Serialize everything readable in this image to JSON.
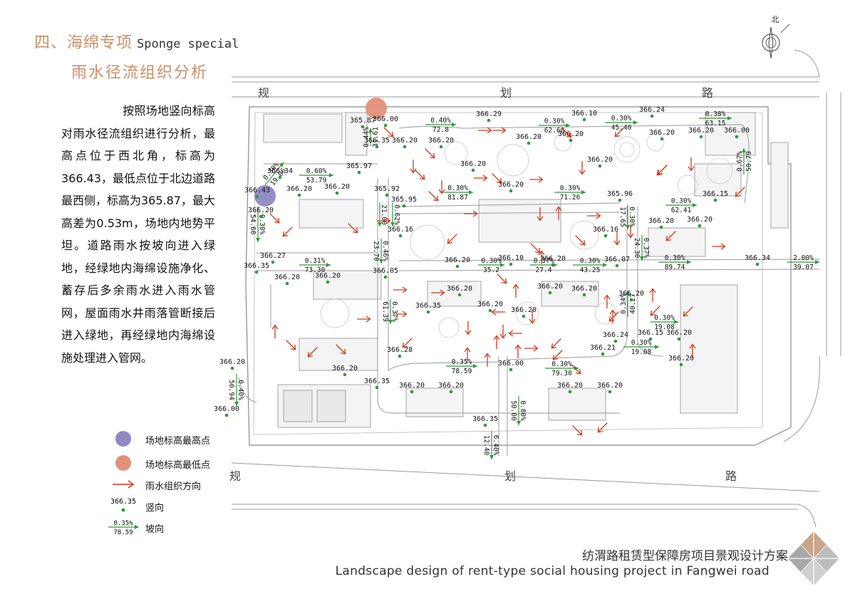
{
  "header": {
    "title_cn": "四、海绵专项",
    "title_en": "Sponge special",
    "subtitle": "雨水径流组织分析"
  },
  "description": "按照场地竖向标高对雨水径流组织进行分析，最高点位于西北角，标高为366.43，最低点位于北边道路最西侧，标高为365.87，最大高差为0.53m，场地内地势平坦。道路雨水按坡向进入绿地，经绿地内海绵设施净化、蓄存后多余雨水进入雨水管网，屋面雨水井雨落管断接后进入绿地，再经绿地内海绵设施处理进入管网。",
  "legend": {
    "highest": "场地标高最高点",
    "lowest": "场地标高最低点",
    "flow": "雨水组织方向",
    "elev_sample": "366.35",
    "elev_label": "竖向",
    "slope_pct": "0.35%",
    "slope_len": "78.59",
    "slope_label": "坡向"
  },
  "map": {
    "north_label": "北",
    "road_top": [
      "规",
      "划",
      "路"
    ],
    "road_bottom": [
      "规",
      "划",
      "路"
    ],
    "colors": {
      "high": "#8e88c4",
      "low": "#e2917a",
      "arrow": "#d03a1e",
      "point": "#2e9a3a"
    },
    "points": [
      [
        "365.87",
        509,
        172
      ],
      [
        "366.00",
        541,
        170
      ],
      [
        "366.35",
        529,
        200
      ],
      [
        "366.29",
        686,
        163
      ],
      [
        "366.10",
        820,
        162
      ],
      [
        "366.24",
        915,
        157
      ],
      [
        "366.00",
        1034,
        186
      ],
      [
        "366.20",
        568,
        200
      ],
      [
        "366.20",
        619,
        200
      ],
      [
        "366.20",
        742,
        195
      ],
      [
        "366.20",
        801,
        191
      ],
      [
        "366.20",
        929,
        189
      ],
      [
        "366.20",
        984,
        186
      ],
      [
        "365.97",
        504,
        236
      ],
      [
        "366.34",
        393,
        243
      ],
      [
        "366.43",
        361,
        270
      ],
      [
        "366.20",
        420,
        268
      ],
      [
        "366.20",
        473,
        265
      ],
      [
        "365.92",
        543,
        268
      ],
      [
        "365.95",
        567,
        283
      ],
      [
        "366.20",
        664,
        233
      ],
      [
        "366.20",
        717,
        262
      ],
      [
        "366.20",
        842,
        227
      ],
      [
        "365.96",
        870,
        275
      ],
      [
        "366.15",
        1004,
        275
      ],
      [
        "366.20",
        366,
        298
      ],
      [
        "366.20",
        928,
        313
      ],
      [
        "366.20",
        982,
        311
      ],
      [
        "366.16",
        562,
        325
      ],
      [
        "366.16",
        850,
        325
      ],
      [
        "366.27",
        383,
        362
      ],
      [
        "366.35",
        360,
        376
      ],
      [
        "366.20",
        403,
        392
      ],
      [
        "366.20",
        460,
        390
      ],
      [
        "366.05",
        541,
        383
      ],
      [
        "366.20",
        642,
        368
      ],
      [
        "366.10",
        717,
        365
      ],
      [
        "366.20",
        776,
        366
      ],
      [
        "366.07",
        866,
        367
      ],
      [
        "366.34",
        1063,
        365
      ],
      [
        "366.20",
        645,
        408
      ],
      [
        "366.20",
        772,
        405
      ],
      [
        "366.20",
        820,
        408
      ],
      [
        "366.35",
        601,
        432
      ],
      [
        "366.20",
        688,
        430
      ],
      [
        "366.20",
        735,
        438
      ],
      [
        "366.20",
        886,
        415
      ],
      [
        "366.24",
        864,
        473
      ],
      [
        "366.15",
        913,
        470
      ],
      [
        "366.20",
        953,
        470
      ],
      [
        "366.28",
        561,
        494
      ],
      [
        "366.21",
        846,
        491
      ],
      [
        "366.20",
        956,
        506
      ],
      [
        "366.20",
        326,
        511
      ],
      [
        "366.20",
        484,
        520
      ],
      [
        "366.00",
        717,
        513
      ],
      [
        "366.35",
        529,
        538
      ],
      [
        "366.20",
        578,
        544
      ],
      [
        "366.20",
        633,
        544
      ],
      [
        "366.20",
        800,
        544
      ],
      [
        "366.20",
        856,
        544
      ],
      [
        "366.00",
        318,
        577
      ],
      [
        "366.35",
        681,
        591
      ]
    ],
    "slopes": [
      [
        "0.40%",
        "72.8",
        597,
        175,
        640,
        175,
        0
      ],
      [
        "0.30%",
        "62.60",
        756,
        176,
        800,
        176,
        0
      ],
      [
        "0.30%",
        "45.40",
        849,
        172,
        895,
        172,
        0
      ],
      [
        "0.38%",
        "63.15",
        981,
        166,
        1027,
        166,
        0
      ],
      [
        "0.44%",
        "31.61",
        520,
        205,
        520,
        180,
        1
      ],
      [
        "0.67%",
        "50.79",
        1044,
        245,
        1044,
        208,
        1
      ],
      [
        "0.30%",
        "19.06",
        372,
        260,
        398,
        228,
        1
      ],
      [
        "0.60%",
        "53.79",
        420,
        246,
        468,
        246,
        0
      ],
      [
        "0.30%",
        "81.87",
        621,
        270,
        664,
        270,
        0
      ],
      [
        "0.30%",
        "71.26",
        778,
        270,
        822,
        270,
        0
      ],
      [
        "0.30%",
        "62.41",
        934,
        288,
        978,
        288,
        0
      ],
      [
        "21.00",
        "",
        533,
        285,
        533,
        318,
        1
      ],
      [
        "0.62%",
        "",
        551,
        285,
        551,
        318,
        1
      ],
      [
        "0.30%",
        "54.60",
        362,
        290,
        362,
        340,
        1
      ],
      [
        "0.30%",
        "17.65",
        881,
        287,
        881,
        322,
        1
      ],
      [
        "0.37%",
        "24.30",
        901,
        330,
        901,
        366,
        1
      ],
      [
        "0.46%",
        "23.70",
        535,
        335,
        535,
        370,
        1
      ],
      [
        "0.31%",
        "73.30",
        420,
        372,
        464,
        372,
        0
      ],
      [
        "0.30%",
        "35.2",
        671,
        372,
        708,
        372,
        0
      ],
      [
        "0.37%",
        "27.4",
        744,
        372,
        782,
        372,
        0
      ],
      [
        "0.30%",
        "43.25",
        804,
        372,
        852,
        372,
        0
      ],
      [
        "0.30%",
        "89.74",
        924,
        368,
        970,
        368,
        0
      ],
      [
        "2.00%",
        "39.07",
        1105,
        368,
        1150,
        368,
        0
      ],
      [
        "0.37%",
        "61.39",
        548,
        420,
        548,
        455,
        1
      ],
      [
        "0.34%",
        "40.27",
        881,
        445,
        881,
        408,
        1
      ],
      [
        "0.30%",
        "19.08",
        913,
        452,
        952,
        452,
        0
      ],
      [
        "0.30%",
        "19.08",
        875,
        487,
        925,
        487,
        0
      ],
      [
        "0.35%",
        "78.59",
        626,
        514,
        670,
        514,
        0
      ],
      [
        "0.30%",
        "79.30",
        765,
        517,
        812,
        517,
        0
      ],
      [
        "0.40%",
        "50.94",
        332,
        525,
        332,
        570,
        1
      ],
      [
        "0.80%",
        "50.00",
        728,
        556,
        728,
        597,
        1
      ],
      [
        "6.40%",
        "12.40",
        690,
        605,
        690,
        645,
        1
      ]
    ],
    "arrows": [
      [
        680,
        183,
        0
      ],
      [
        700,
        183,
        0
      ],
      [
        795,
        186,
        45
      ],
      [
        870,
        185,
        135
      ],
      [
        603,
        215,
        45
      ],
      [
        589,
        245,
        45
      ],
      [
        620,
        262,
        90
      ],
      [
        674,
        250,
        0
      ],
      [
        752,
        252,
        0
      ],
      [
        817,
        235,
        90
      ],
      [
        930,
        238,
        135
      ],
      [
        970,
        230,
        90
      ],
      [
        580,
        233,
        90
      ],
      [
        545,
        185,
        45
      ],
      [
        404,
        325,
        135
      ],
      [
        495,
        320,
        45
      ],
      [
        538,
        310,
        0
      ],
      [
        608,
        275,
        45
      ],
      [
        697,
        250,
        45
      ],
      [
        635,
        335,
        135
      ],
      [
        660,
        300,
        0
      ],
      [
        758,
        300,
        90
      ],
      [
        784,
        300,
        -90
      ],
      [
        833,
        303,
        0
      ],
      [
        814,
        337,
        45
      ],
      [
        885,
        324,
        90
      ],
      [
        866,
        334,
        90
      ],
      [
        929,
        239,
        135
      ],
      [
        942,
        331,
        135
      ],
      [
        1008,
        346,
        0
      ],
      [
        1039,
        269,
        135
      ],
      [
        385,
        306,
        45
      ],
      [
        561,
        407,
        0
      ],
      [
        561,
        441,
        0
      ],
      [
        657,
        460,
        90
      ],
      [
        704,
        391,
        45
      ],
      [
        724,
        409,
        -90
      ],
      [
        760,
        362,
        -90
      ],
      [
        751,
        348,
        45
      ],
      [
        747,
        444,
        90
      ],
      [
        700,
        438,
        180
      ],
      [
        706,
        465,
        90
      ],
      [
        724,
        468,
        180
      ],
      [
        727,
        494,
        -90
      ],
      [
        697,
        481,
        -90
      ],
      [
        684,
        506,
        -90
      ],
      [
        745,
        489,
        0
      ],
      [
        781,
        482,
        135
      ],
      [
        783,
        498,
        135
      ],
      [
        808,
        518,
        45
      ],
      [
        852,
        424,
        -90
      ],
      [
        862,
        444,
        135
      ],
      [
        916,
        415,
        -90
      ],
      [
        920,
        436,
        135
      ],
      [
        966,
        437,
        135
      ],
      [
        972,
        493,
        -90
      ],
      [
        860,
        445,
        -90
      ],
      [
        386,
        466,
        -90
      ],
      [
        408,
        484,
        45
      ],
      [
        439,
        494,
        135
      ],
      [
        478,
        490,
        45
      ],
      [
        510,
        448,
        0
      ],
      [
        572,
        481,
        135
      ],
      [
        614,
        411,
        0
      ],
      [
        656,
        498,
        -90
      ],
      [
        810,
        604,
        45
      ],
      [
        846,
        600,
        135
      ]
    ]
  },
  "footer": {
    "cn": "纺渭路租赁型保障房项目景观设计方案",
    "en": "Landscape design of rent-type social housing project in Fangwei road"
  }
}
